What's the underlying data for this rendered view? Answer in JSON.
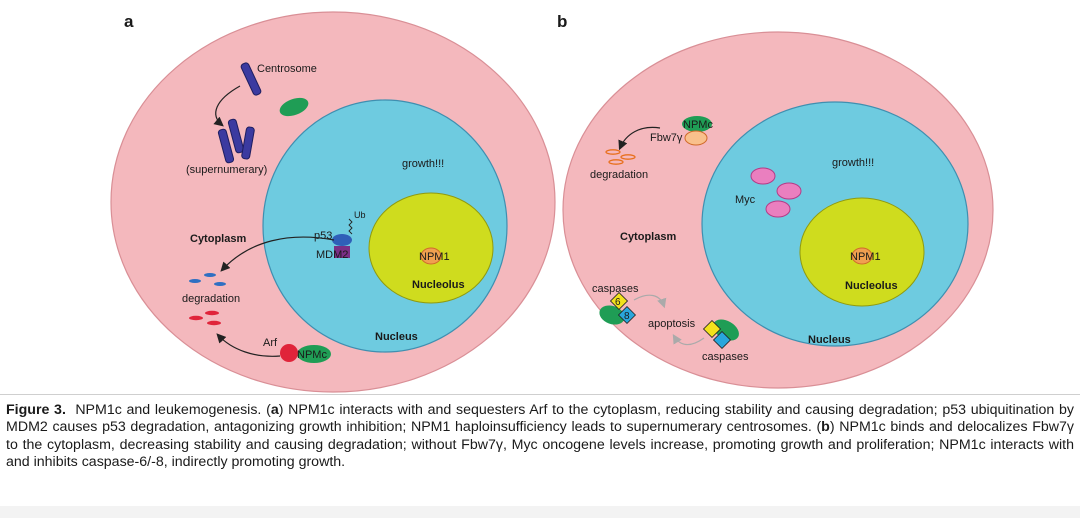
{
  "panel_a": {
    "label": "a",
    "centrosome": "Centrosome",
    "supernumerary": "(supernumerary)",
    "growth": "growth!!!",
    "ub": "Ub",
    "p53": "p53",
    "mdm2": "MDM2",
    "cytoplasm": "Cytoplasm",
    "npm1": "NPM1",
    "nucleolus": "Nucleolus",
    "degradation": "degradation",
    "nucleus": "Nucleus",
    "arf": "Arf",
    "npmc": "NPMc"
  },
  "panel_b": {
    "label": "b",
    "npmc": "NPMc",
    "fbw7": "Fbw7γ",
    "degradation": "degradation",
    "growth": "growth!!!",
    "myc": "Myc",
    "cytoplasm": "Cytoplasm",
    "npm1": "NPM1",
    "nucleolus": "Nucleolus",
    "caspases_top": "caspases",
    "caspase6": "6",
    "caspase8": "8",
    "apoptosis": "apoptosis",
    "caspases_bottom": "caspases",
    "nucleus": "Nucleus"
  },
  "caption": {
    "label": "Figure 3.",
    "title": "NPM1c and leukemogenesis. (",
    "a_letter": "a",
    "a_text": ") NPM1c interacts with and sequesters Arf to the cytoplasm, reducing stability and causing degradation; p53 ubiquitination by MDM2 causes p53 degradation, antagonizing growth inhibition; NPM1 haploinsufficiency leads to supernumerary centrosomes. (",
    "b_letter": "b",
    "b_text": ") NPM1c binds and delocalizes Fbw7γ to the cytoplasm, decreasing stability and causing degradation; without Fbw7γ, Myc oncogene levels increase, promoting growth and proliferation; NPM1c interacts with and inhibits caspase-6/-8, indirectly promoting growth."
  },
  "colors": {
    "cell": "#f4b8bd",
    "nucleus": "#6ecbe0",
    "nucleolus": "#cfdc1e",
    "npm1": "#f0a050",
    "centrosome": "#3b3aa0",
    "green": "#1f9d55",
    "red": "#e0243a",
    "blue_deg": "#2f6fc2",
    "myc": "#ea7fbf",
    "mdm2": "#7a2f86",
    "p53": "#2f5fb8"
  }
}
